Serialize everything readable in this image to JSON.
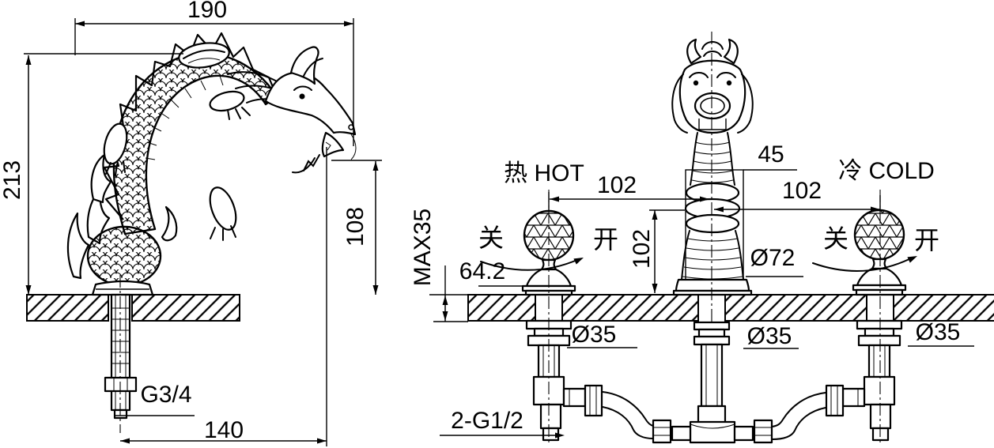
{
  "drawing": {
    "colors": {
      "line": "#000000",
      "background": "#ffffff"
    }
  },
  "left_view": {
    "dim_width_top": "190",
    "dim_height_left": "213",
    "dim_spout_height": "108",
    "thread_label": "G3/4",
    "dim_depth_bottom": "140"
  },
  "right_view": {
    "hot_label": "热 HOT",
    "cold_label": "冷 COLD",
    "dim_spout_width": "45",
    "dim_hot_to_center": "102",
    "dim_center_to_cold": "102",
    "dim_outlet_height": "102",
    "deck_thickness": "MAX35",
    "dim_handle_base": "64.2",
    "spout_base_dia": "Ø72",
    "hole_dia_hot": "Ø35",
    "hole_dia_center": "Ø35",
    "hole_dia_cold": "Ø35",
    "inlet_thread": "2-G1/2",
    "hot_close": "关",
    "hot_open": "开",
    "cold_close": "关",
    "cold_open": "开"
  }
}
